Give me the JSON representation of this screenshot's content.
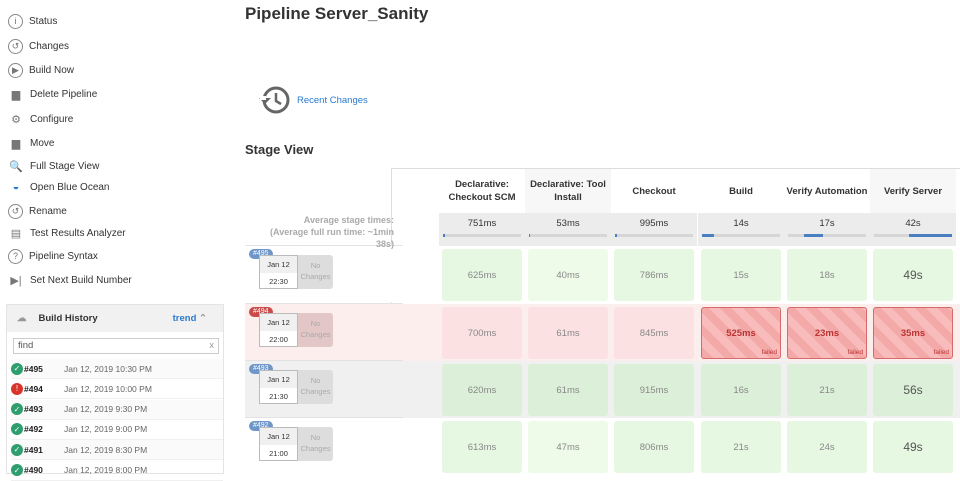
{
  "sidebar": {
    "items": [
      {
        "label": "Status",
        "icon": "info-icon"
      },
      {
        "label": "Changes",
        "icon": "history-icon"
      },
      {
        "label": "Build Now",
        "icon": "play-icon"
      },
      {
        "label": "Delete Pipeline",
        "icon": "delete-folder-icon"
      },
      {
        "label": "Configure",
        "icon": "gear-icon"
      },
      {
        "label": "Move",
        "icon": "move-folder-icon"
      },
      {
        "label": "Full Stage View",
        "icon": "magnifier-icon"
      },
      {
        "label": "Open Blue Ocean",
        "icon": "blue-ocean-icon"
      },
      {
        "label": "Rename",
        "icon": "history-icon"
      },
      {
        "label": "Test Results Analyzer",
        "icon": "test-results-icon"
      },
      {
        "label": "Pipeline Syntax",
        "icon": "help-icon"
      },
      {
        "label": "Set Next Build Number",
        "icon": "skip-icon"
      }
    ]
  },
  "build_history": {
    "title": "Build History",
    "trend": "trend",
    "find_placeholder": "find",
    "clear": "x",
    "builds": [
      {
        "num": "#495",
        "date": "Jan 12, 2019 10:30 PM",
        "status": "success"
      },
      {
        "num": "#494",
        "date": "Jan 12, 2019 10:00 PM",
        "status": "failed"
      },
      {
        "num": "#493",
        "date": "Jan 12, 2019 9:30 PM",
        "status": "success"
      },
      {
        "num": "#492",
        "date": "Jan 12, 2019 9:00 PM",
        "status": "success"
      },
      {
        "num": "#491",
        "date": "Jan 12, 2019 8:30 PM",
        "status": "success"
      },
      {
        "num": "#490",
        "date": "Jan 12, 2019 8:00 PM",
        "status": "success"
      }
    ]
  },
  "main": {
    "title": "Pipeline Server_Sanity",
    "recent_changes": "Recent Changes",
    "stage_view": "Stage View",
    "avg_label_1": "Average stage times:",
    "avg_label_2": "(Average full run time: ~1min 38s)"
  },
  "stages": [
    {
      "name": "Declarative: Checkout SCM",
      "avg": "751ms",
      "bar": [
        0,
        0.02
      ]
    },
    {
      "name": "Declarative: Tool Install",
      "avg": "53ms",
      "bar": [
        0,
        0.01
      ]
    },
    {
      "name": "Checkout",
      "avg": "995ms",
      "bar": [
        0,
        0.02
      ]
    },
    {
      "name": "Build",
      "avg": "14s",
      "bar": [
        0,
        0.15
      ]
    },
    {
      "name": "Verify Automation",
      "avg": "17s",
      "bar": [
        0.2,
        0.45
      ]
    },
    {
      "name": "Verify Server",
      "avg": "42s",
      "bar": [
        0.45,
        1
      ]
    }
  ],
  "runs": [
    {
      "badge": "#495",
      "date": "Jan 12",
      "time": "22:30",
      "changes": "No Changes",
      "status": "success",
      "cells": [
        "625ms",
        "40ms",
        "786ms",
        "15s",
        "18s",
        "49s"
      ]
    },
    {
      "badge": "#494",
      "date": "Jan 12",
      "time": "22:00",
      "changes": "No Changes",
      "status": "failed",
      "cells": [
        "700ms",
        "61ms",
        "845ms",
        "525ms",
        "23ms",
        "35ms"
      ],
      "failed_label": "failed"
    },
    {
      "badge": "#493",
      "date": "Jan 12",
      "time": "21:30",
      "changes": "No Changes",
      "status": "success",
      "cells": [
        "620ms",
        "61ms",
        "915ms",
        "16s",
        "21s",
        "56s"
      ]
    },
    {
      "badge": "#492",
      "date": "Jan 12",
      "time": "21:00",
      "changes": "No Changes",
      "status": "success",
      "cells": [
        "613ms",
        "47ms",
        "806ms",
        "21s",
        "24s",
        "49s"
      ]
    }
  ],
  "colors": {
    "success": "#2e9e6e",
    "failed": "#d9342b",
    "link": "#2a7ad0",
    "badge_blue": "#6f96c8",
    "badge_red": "#c94a4a"
  }
}
